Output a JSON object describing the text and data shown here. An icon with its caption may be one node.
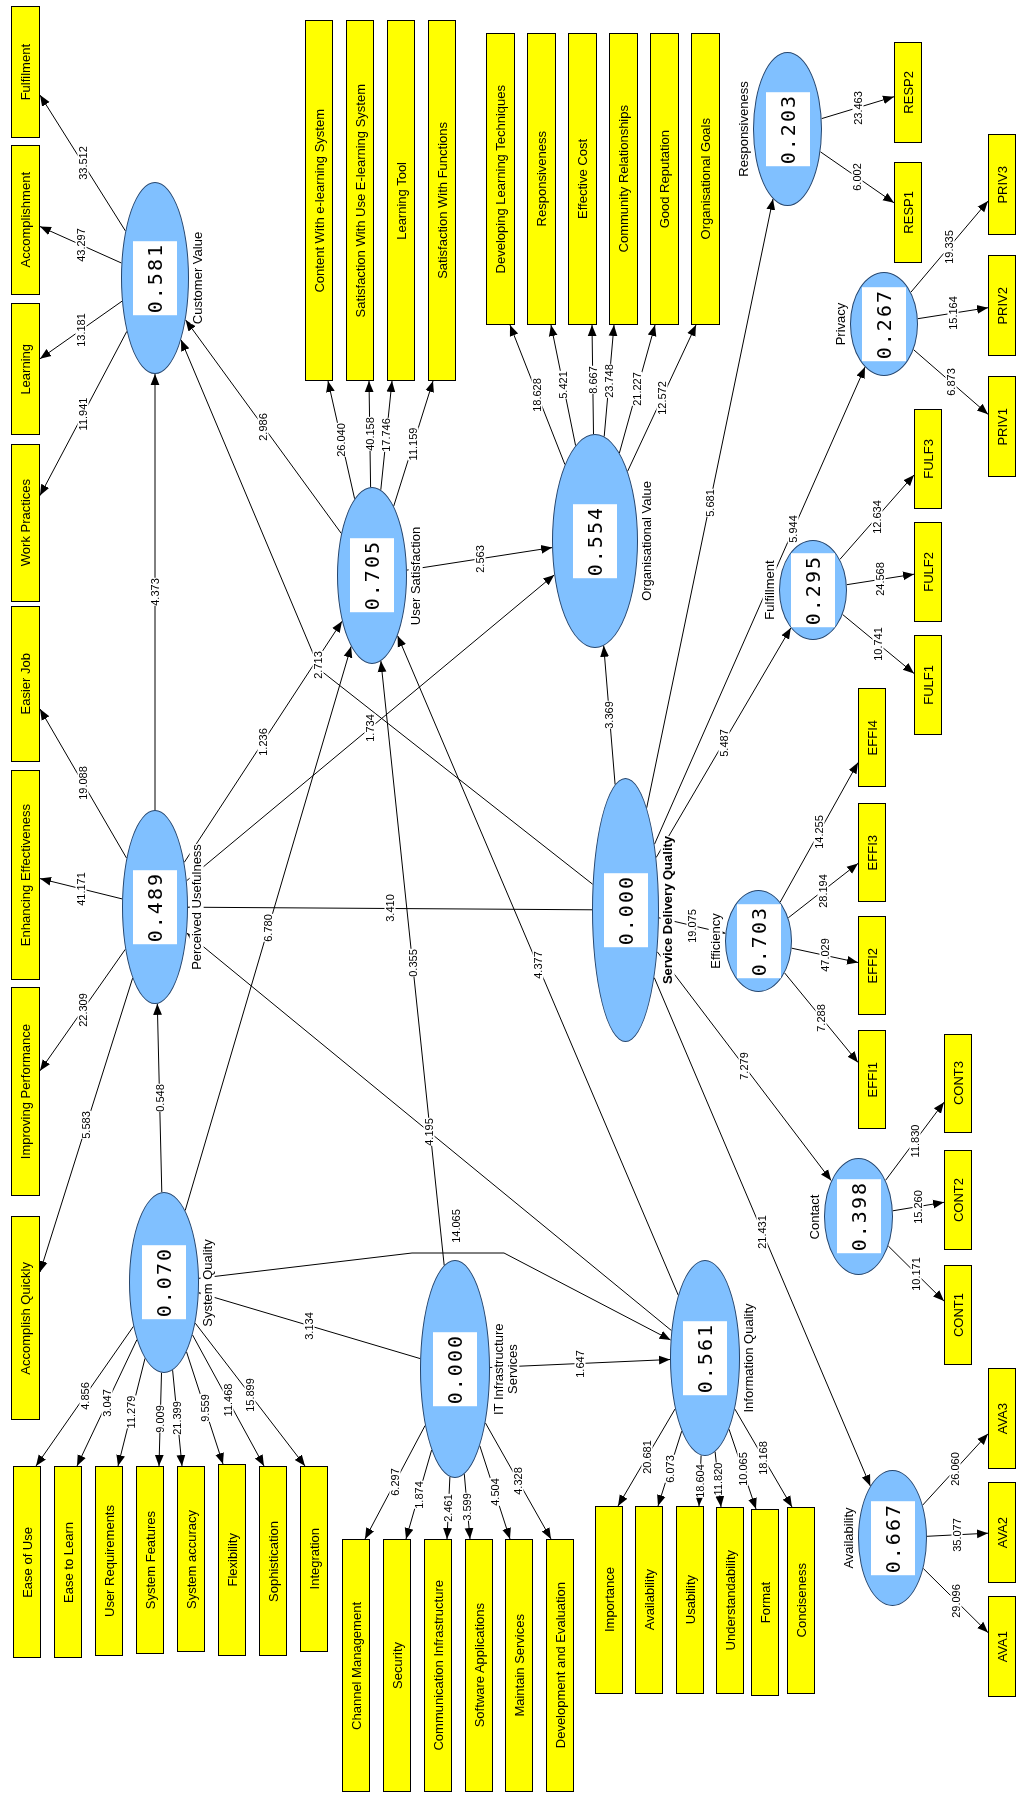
{
  "diagram": {
    "nodes": [
      {
        "text": [
          "0.581",
          "Customer Value"
        ]
      },
      {
        "text": [
          "Fulfilment"
        ]
      },
      {
        "text": [
          "Accomplishment"
        ]
      },
      {
        "text": [
          "Learning"
        ]
      },
      {
        "text": [
          "Work Practices"
        ]
      },
      {
        "text": [
          "0.489",
          "Perceived Usefulness"
        ]
      },
      {
        "text": [
          "Easier Job"
        ]
      },
      {
        "text": [
          "Enhancing Effectiveness"
        ]
      },
      {
        "text": [
          "Improving Performance"
        ]
      },
      {
        "text": [
          "Accomplish Quickly"
        ]
      },
      {
        "text": [
          "0.070",
          "System Quality"
        ]
      },
      {
        "text": [
          "Ease of Use"
        ]
      },
      {
        "text": [
          "Ease to Learn"
        ]
      },
      {
        "text": [
          "User Requirements"
        ]
      },
      {
        "text": [
          "System Features"
        ]
      },
      {
        "text": [
          "System accuracy"
        ]
      },
      {
        "text": [
          "Flexibility"
        ]
      },
      {
        "text": [
          "Sophistication"
        ]
      },
      {
        "text": [
          "Integration"
        ]
      },
      {
        "text": [
          "0.705",
          "User Satisfaction"
        ]
      },
      {
        "text": [
          "Content With e-learning System"
        ]
      },
      {
        "text": [
          "Satisfaction With Use E-learning System"
        ]
      },
      {
        "text": [
          "Learning Tool"
        ]
      },
      {
        "text": [
          "Satisfaction With Functions"
        ]
      },
      {
        "text": [
          "0.000",
          "IT Infrastructure Services"
        ]
      },
      {
        "text": [
          "Channel Management"
        ]
      },
      {
        "text": [
          "Security"
        ]
      },
      {
        "text": [
          "Communication Infrastructure"
        ]
      },
      {
        "text": [
          "Software Applications"
        ]
      },
      {
        "text": [
          "Maintain Services"
        ]
      },
      {
        "text": [
          "Development and Evaluation"
        ]
      },
      {
        "text": [
          "0.554",
          "Organisational Value"
        ]
      },
      {
        "text": [
          "Developing Learning Techniques"
        ]
      },
      {
        "text": [
          "Responsiveness"
        ]
      },
      {
        "text": [
          "Effective Cost"
        ]
      },
      {
        "text": [
          "Community Relationships"
        ]
      },
      {
        "text": [
          "Good Reputation"
        ]
      },
      {
        "text": [
          "Organisational Goals"
        ]
      },
      {
        "text": [
          "0.000",
          "Service Delivery Quality"
        ]
      },
      {
        "text": [
          "0.561",
          "Information Quality"
        ]
      },
      {
        "text": [
          "Importance"
        ]
      },
      {
        "text": [
          "Availability"
        ]
      },
      {
        "text": [
          "Usability"
        ]
      },
      {
        "text": [
          "Understandability"
        ]
      },
      {
        "text": [
          "Format"
        ]
      },
      {
        "text": [
          "Conciseness"
        ]
      },
      {
        "text": [
          "0.203",
          "Responsiveness"
        ]
      },
      {
        "text": [
          "RESP2"
        ]
      },
      {
        "text": [
          "RESP1"
        ]
      },
      {
        "text": [
          "0.267",
          "Privacy"
        ]
      },
      {
        "text": [
          "PRIV3"
        ]
      },
      {
        "text": [
          "PRIV2"
        ]
      },
      {
        "text": [
          "PRIV1"
        ]
      },
      {
        "text": [
          "0.295",
          "Fulfillment"
        ]
      },
      {
        "text": [
          "FULF3"
        ]
      },
      {
        "text": [
          "FULF2"
        ]
      },
      {
        "text": [
          "FULF1"
        ]
      },
      {
        "text": [
          "0.703",
          "Efficiency"
        ]
      },
      {
        "text": [
          "EFFI4"
        ]
      },
      {
        "text": [
          "EFFI3"
        ]
      },
      {
        "text": [
          "EFFI2"
        ]
      },
      {
        "text": [
          "EFFI1"
        ]
      },
      {
        "text": [
          "0.398",
          "Contact"
        ]
      },
      {
        "text": [
          "CONT3"
        ]
      },
      {
        "text": [
          "CONT2"
        ]
      },
      {
        "text": [
          "CONT1"
        ]
      },
      {
        "text": [
          "0.667",
          "Availability"
        ]
      },
      {
        "text": [
          "AVA3"
        ]
      },
      {
        "text": [
          "AVA2"
        ]
      },
      {
        "text": [
          "AVA1"
        ]
      }
    ],
    "edges": [
      {
        "from": 5,
        "to": 0,
        "arrow": "to",
        "label": "4.373"
      },
      {
        "from": 19,
        "to": 0,
        "arrow": "to",
        "label": "2.986"
      },
      {
        "from": 38,
        "to": 0,
        "arrow": "to",
        "label": "2.713"
      },
      {
        "from": 10,
        "to": 5,
        "arrow": "to",
        "label": "0.548"
      },
      {
        "from": 38,
        "to": 5,
        "arrow": "to",
        "label": "3.410"
      },
      {
        "from": 39,
        "to": 5,
        "arrow": "to",
        "label": "4.195"
      },
      {
        "from": 5,
        "to": 19,
        "arrow": "to",
        "label": "1.236"
      },
      {
        "from": 10,
        "to": 19,
        "arrow": "to",
        "label": "6.780"
      },
      {
        "from": 24,
        "to": 19,
        "arrow": "to",
        "label": "0.355"
      },
      {
        "from": 39,
        "to": 19,
        "arrow": "to",
        "label": "4.377"
      },
      {
        "from": 5,
        "to": 31,
        "arrow": "to",
        "label": "1.734"
      },
      {
        "from": 19,
        "to": 31,
        "arrow": "to",
        "label": "2.563"
      },
      {
        "from": 38,
        "to": 31,
        "arrow": "to",
        "label": "3.369"
      },
      {
        "from": 24,
        "to": 10,
        "arrow": "to",
        "label": "3.134"
      },
      {
        "from": 10,
        "to": 39,
        "arrow": "to",
        "label": "14.065"
      },
      {
        "from": 24,
        "to": 39,
        "arrow": "to",
        "label": "1.647"
      },
      {
        "from": 38,
        "to": 46,
        "arrow": "to",
        "label": "5.681"
      },
      {
        "from": 38,
        "to": 49,
        "arrow": "to",
        "label": "5.944"
      },
      {
        "from": 38,
        "to": 53,
        "arrow": "to",
        "label": "5.487"
      },
      {
        "from": 38,
        "to": 57,
        "arrow": "to",
        "label": "19.075"
      },
      {
        "from": 38,
        "to": 62,
        "arrow": "to",
        "label": "7.279"
      },
      {
        "from": 38,
        "to": 66,
        "arrow": "to",
        "label": "21.431"
      },
      {
        "from": 0,
        "to": 1,
        "arrow": "to",
        "label": "33.512"
      },
      {
        "from": 0,
        "to": 2,
        "arrow": "to",
        "label": "43.297"
      },
      {
        "from": 0,
        "to": 3,
        "arrow": "to",
        "label": "13.181"
      },
      {
        "from": 0,
        "to": 4,
        "arrow": "to",
        "label": "11.941"
      },
      {
        "from": 5,
        "to": 6,
        "arrow": "to",
        "label": "19.088"
      },
      {
        "from": 5,
        "to": 7,
        "arrow": "to",
        "label": "41.171"
      },
      {
        "from": 5,
        "to": 8,
        "arrow": "to",
        "label": "22.309"
      },
      {
        "from": 5,
        "to": 9,
        "arrow": "to",
        "label": "5.583"
      },
      {
        "from": 10,
        "to": 11,
        "arrow": "to",
        "label": "4.856"
      },
      {
        "from": 10,
        "to": 12,
        "arrow": "to",
        "label": "3.047"
      },
      {
        "from": 10,
        "to": 13,
        "arrow": "to",
        "label": "11.279"
      },
      {
        "from": 10,
        "to": 14,
        "arrow": "to",
        "label": "9.009"
      },
      {
        "from": 10,
        "to": 15,
        "arrow": "to",
        "label": "21.399"
      },
      {
        "from": 10,
        "to": 16,
        "arrow": "to",
        "label": "9.559"
      },
      {
        "from": 10,
        "to": 17,
        "arrow": "to",
        "label": "11.468"
      },
      {
        "from": 10,
        "to": 18,
        "arrow": "to",
        "label": "15.899"
      },
      {
        "from": 19,
        "to": 20,
        "arrow": "to",
        "label": "26.040"
      },
      {
        "from": 19,
        "to": 21,
        "arrow": "to",
        "label": "40.158"
      },
      {
        "from": 19,
        "to": 22,
        "arrow": "to",
        "label": "17.746"
      },
      {
        "from": 19,
        "to": 23,
        "arrow": "to",
        "label": "11.159"
      },
      {
        "from": 24,
        "to": 25,
        "arrow": "to",
        "label": "6.297"
      },
      {
        "from": 24,
        "to": 26,
        "arrow": "to",
        "label": "1.874"
      },
      {
        "from": 24,
        "to": 27,
        "arrow": "to",
        "label": "2.461"
      },
      {
        "from": 24,
        "to": 28,
        "arrow": "to",
        "label": "3.599"
      },
      {
        "from": 24,
        "to": 29,
        "arrow": "to",
        "label": "4.504"
      },
      {
        "from": 24,
        "to": 30,
        "arrow": "to",
        "label": "4.328"
      },
      {
        "from": 31,
        "to": 32,
        "arrow": "to",
        "label": "18.628"
      },
      {
        "from": 31,
        "to": 33,
        "arrow": "to",
        "label": "5.421"
      },
      {
        "from": 31,
        "to": 34,
        "arrow": "to",
        "label": "8.667"
      },
      {
        "from": 31,
        "to": 35,
        "arrow": "to",
        "label": "23.748"
      },
      {
        "from": 31,
        "to": 36,
        "arrow": "to",
        "label": "21.227"
      },
      {
        "from": 31,
        "to": 37,
        "arrow": "to",
        "label": "12.572"
      },
      {
        "from": 39,
        "to": 40,
        "arrow": "to",
        "label": "20.681"
      },
      {
        "from": 39,
        "to": 41,
        "arrow": "to",
        "label": "6.073"
      },
      {
        "from": 39,
        "to": 42,
        "arrow": "to",
        "label": "18.604"
      },
      {
        "from": 39,
        "to": 43,
        "arrow": "to",
        "label": "11.820"
      },
      {
        "from": 39,
        "to": 44,
        "arrow": "to",
        "label": "10.065"
      },
      {
        "from": 39,
        "to": 45,
        "arrow": "to",
        "label": "18.168"
      },
      {
        "from": 46,
        "to": 47,
        "arrow": "to",
        "label": "23.463"
      },
      {
        "from": 46,
        "to": 48,
        "arrow": "to",
        "label": "6.002"
      },
      {
        "from": 49,
        "to": 50,
        "arrow": "to",
        "label": "19.335"
      },
      {
        "from": 49,
        "to": 51,
        "arrow": "to",
        "label": "15.164"
      },
      {
        "from": 49,
        "to": 52,
        "arrow": "to",
        "label": "6.873"
      },
      {
        "from": 53,
        "to": 54,
        "arrow": "to",
        "label": "12.634"
      },
      {
        "from": 53,
        "to": 55,
        "arrow": "to",
        "label": "24.568"
      },
      {
        "from": 53,
        "to": 56,
        "arrow": "to",
        "label": "10.741"
      },
      {
        "from": 57,
        "to": 58,
        "arrow": "to",
        "label": "14.255"
      },
      {
        "from": 57,
        "to": 59,
        "arrow": "to",
        "label": "28.194"
      },
      {
        "from": 57,
        "to": 60,
        "arrow": "to",
        "label": "47.029"
      },
      {
        "from": 57,
        "to": 61,
        "arrow": "to",
        "label": "7.288"
      },
      {
        "from": 62,
        "to": 63,
        "arrow": "to",
        "label": "11.830"
      },
      {
        "from": 62,
        "to": 64,
        "arrow": "to",
        "label": "15.260"
      },
      {
        "from": 62,
        "to": 65,
        "arrow": "to",
        "label": "10.171"
      },
      {
        "from": 66,
        "to": 67,
        "arrow": "to",
        "label": "26.060"
      },
      {
        "from": 66,
        "to": 68,
        "arrow": "to",
        "label": "35.077"
      },
      {
        "from": 66,
        "to": 69,
        "arrow": "to",
        "label": "29.096"
      }
    ]
  }
}
